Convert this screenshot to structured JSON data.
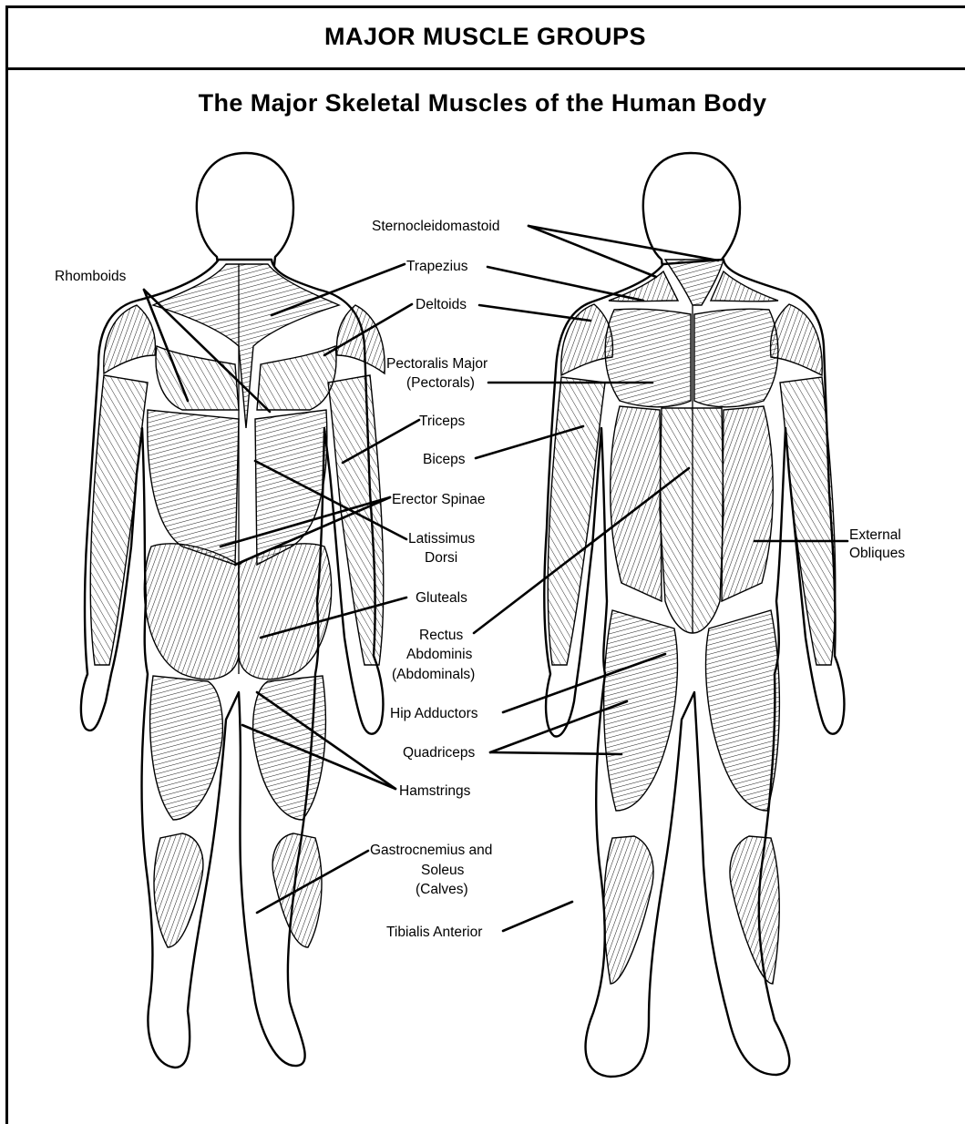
{
  "header": {
    "title": "MAJOR MUSCLE GROUPS"
  },
  "subtitle": "The Major Skeletal Muscles of the Human Body",
  "labels": {
    "rhomboids": "Rhomboids",
    "sternocleidomastoid": "Sternocleidomastoid",
    "trapezius": "Trapezius",
    "deltoids": "Deltoids",
    "pectoralis_1": "Pectoralis Major",
    "pectoralis_2": "(Pectorals)",
    "triceps": "Triceps",
    "biceps": "Biceps",
    "erector_spinae": "Erector Spinae",
    "latissimus_1": "Latissimus",
    "latissimus_2": "Dorsi",
    "external_obliques_1": "External",
    "external_obliques_2": "Obliques",
    "gluteals": "Gluteals",
    "rectus_1": "Rectus",
    "rectus_2": "Abdominis",
    "rectus_3": "(Abdominals)",
    "hip_adductors": "Hip Adductors",
    "quadriceps": "Quadriceps",
    "hamstrings": "Hamstrings",
    "gastrocnemius_1": "Gastrocnemius and",
    "gastrocnemius_2": "Soleus",
    "gastrocnemius_3": "(Calves)",
    "tibialis": "Tibialis Anterior"
  }
}
